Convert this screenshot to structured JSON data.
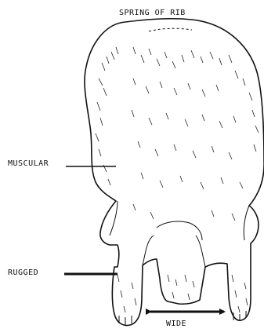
{
  "labels": {
    "title": "SPRING OF RIB",
    "muscular": "MUSCULAR",
    "rugged": "RUGGED",
    "wide": "WIDE"
  },
  "colors": {
    "ink": "#111111",
    "background": "#ffffff"
  }
}
